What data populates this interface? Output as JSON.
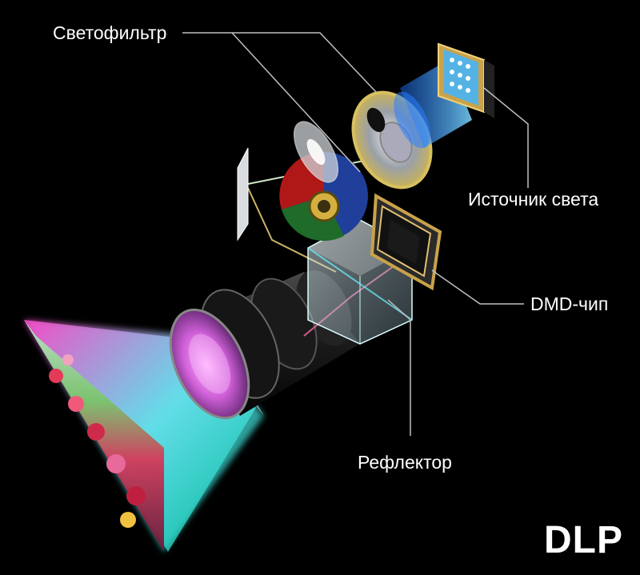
{
  "labels": {
    "color_filter": "Светофильтр",
    "light_source": "Источник света",
    "dmd_chip": "DMD-чип",
    "reflector": "Рефлектор"
  },
  "brand": "DLP",
  "colors": {
    "background": "#000000",
    "text": "#ffffff",
    "leader_line": "#bfbfbf",
    "light_blue": "#3fb6ff",
    "chip_gold": "#c9a24a",
    "filter_red": "#b01818",
    "filter_green": "#1e6b2a",
    "filter_blue": "#1f3f9a"
  }
}
